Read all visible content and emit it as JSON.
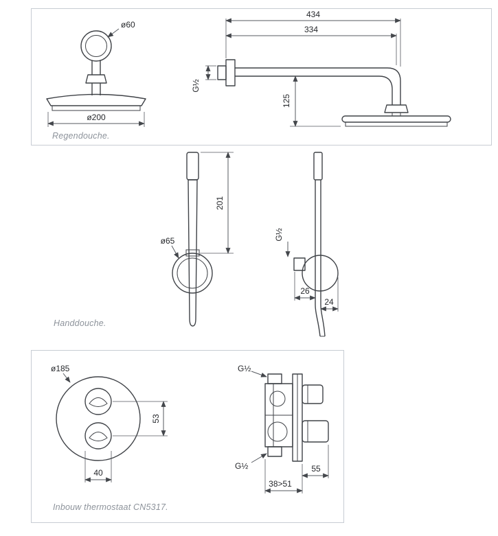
{
  "page": {
    "background": "#ffffff",
    "line_color": "#3f4247",
    "dimension_color": "#26282c",
    "caption_color": "#8d939b",
    "panel_border_color": "#c7ccd3"
  },
  "rain_shower": {
    "caption": "Regendouche.",
    "dims": {
      "head_connection_diameter": "ø60",
      "head_diameter": "ø200",
      "total_reach": "434",
      "arm_reach": "334",
      "thread": "G½",
      "drop_height": "125"
    }
  },
  "hand_shower": {
    "caption": "Handdouche.",
    "dims": {
      "handle_length": "201",
      "holder_diameter": "ø65",
      "thread": "G½",
      "wall_offset": "26",
      "holder_depth": "24"
    }
  },
  "thermostat": {
    "caption": "Inbouw thermostaat CN5317.",
    "dims": {
      "plate_diameter": "ø185",
      "thread_top": "G½",
      "thread_bottom": "G½",
      "knob_spacing": "53",
      "knob_diameter": "40",
      "knob_depth": "55",
      "mounting_depth": "38>51"
    }
  }
}
